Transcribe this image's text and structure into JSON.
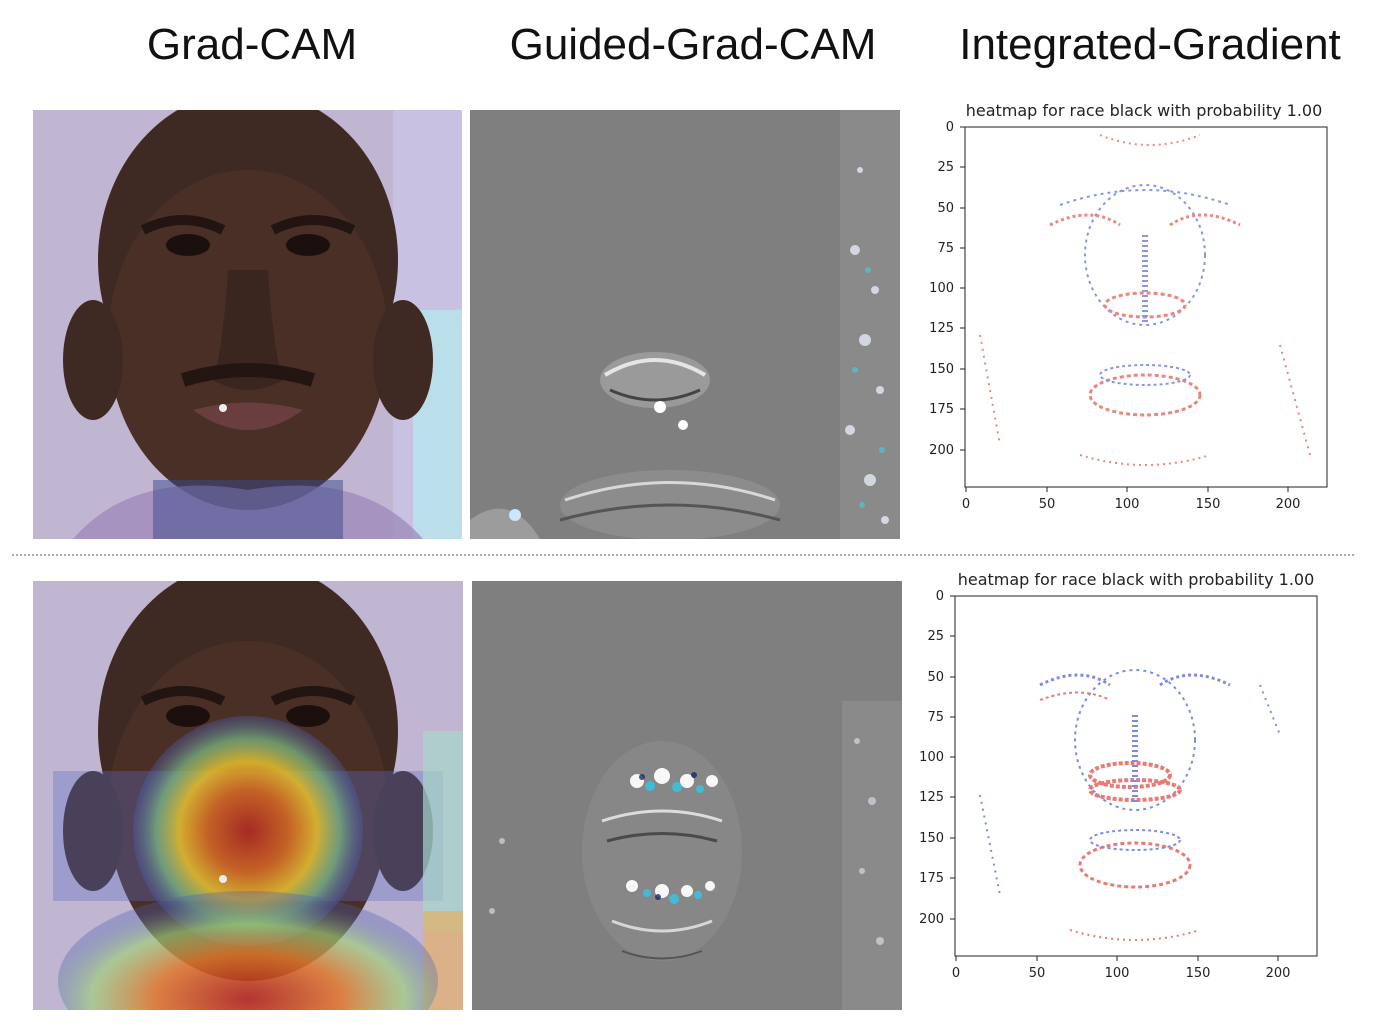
{
  "columns": [
    {
      "title": "Grad-CAM"
    },
    {
      "title": "Guided-Grad-CAM"
    },
    {
      "title": "Integrated-Gradient"
    }
  ],
  "rows": [
    {
      "heatmap": {
        "title": "heatmap for race black with probability 1.00",
        "y_ticks": [
          "0",
          "25",
          "50",
          "75",
          "100",
          "125",
          "150",
          "175",
          "200"
        ],
        "x_ticks": [
          "0",
          "50",
          "100",
          "150",
          "200"
        ]
      }
    },
    {
      "heatmap": {
        "title": "heatmap for race black with probability 1.00",
        "y_ticks": [
          "0",
          "25",
          "50",
          "75",
          "100",
          "125",
          "150",
          "175",
          "200"
        ],
        "x_ticks": [
          "0",
          "50",
          "100",
          "150",
          "200"
        ]
      }
    }
  ],
  "chart_data": [
    {
      "type": "heatmap",
      "title": "heatmap for race black with probability 1.00",
      "xlim": [
        0,
        224
      ],
      "ylim": [
        224,
        0
      ],
      "x_ticks": [
        0,
        50,
        100,
        150,
        200
      ],
      "y_ticks": [
        0,
        25,
        50,
        75,
        100,
        125,
        150,
        175,
        200
      ],
      "colormap": "bwr"
    },
    {
      "type": "heatmap",
      "title": "heatmap for race black with probability 1.00",
      "xlim": [
        0,
        224
      ],
      "ylim": [
        224,
        0
      ],
      "x_ticks": [
        0,
        50,
        100,
        150,
        200
      ],
      "y_ticks": [
        0,
        25,
        50,
        75,
        100,
        125,
        150,
        175,
        200
      ],
      "colormap": "bwr"
    }
  ],
  "colors": {
    "face_background": "#bdb2cf",
    "skin": "#4a2f26",
    "guided_gray": "#7f7f7f",
    "heat_red": "#d8261c",
    "heat_blue": "#2a3fd0"
  }
}
